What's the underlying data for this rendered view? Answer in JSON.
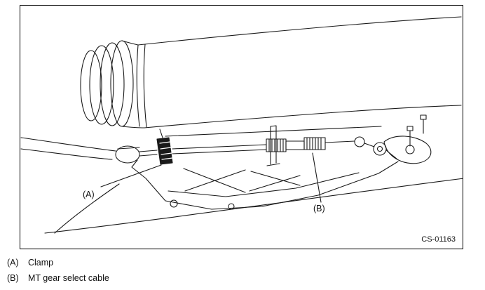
{
  "figure": {
    "code": "CS-01163",
    "callout_a": "(A)",
    "callout_b": "(B)"
  },
  "legend": {
    "items": [
      {
        "key": "(A)",
        "label": "Clamp"
      },
      {
        "key": "(B)",
        "label": "MT gear select cable"
      }
    ]
  },
  "colors": {
    "line": "#1a1a1a",
    "background": "#ffffff"
  }
}
